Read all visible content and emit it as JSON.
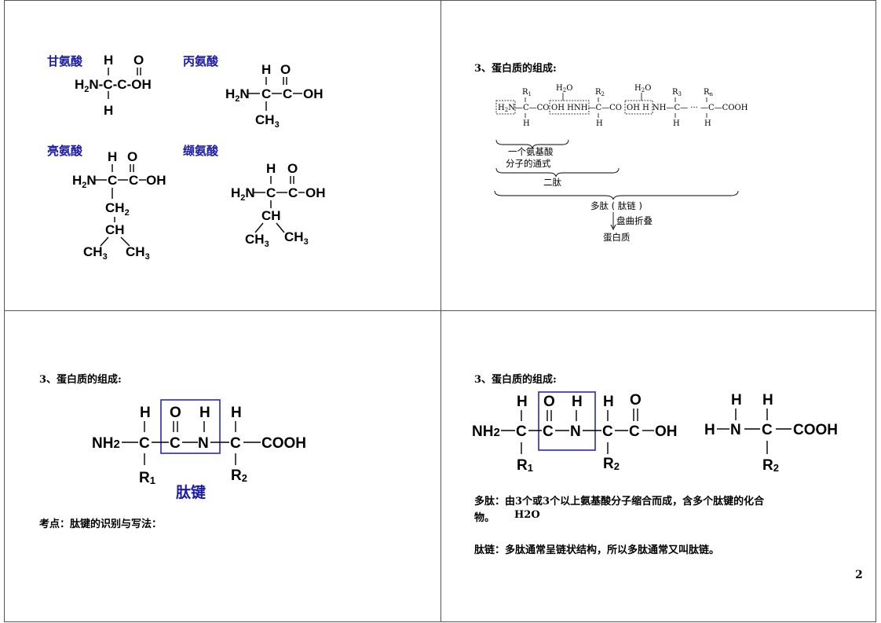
{
  "page_number": "2",
  "slide1": {
    "amino_acids": [
      {
        "name": "甘氨酸",
        "formula_lines": [
          "H O",
          "H2N-C-C-OH",
          "H"
        ]
      },
      {
        "name": "丙氨酸",
        "formula_lines": [
          "H O",
          "H2N-C-C-OH",
          "CH3"
        ]
      },
      {
        "name": "亮氨酸",
        "formula_lines": [
          "H O",
          "H2N-C-C-OH",
          "CH2",
          "CH",
          "CH3 CH3"
        ]
      },
      {
        "name": "缬氨酸",
        "formula_lines": [
          "H O",
          "H2N-C-C-OH",
          "CH",
          "CH3 CH3"
        ]
      }
    ]
  },
  "slide2": {
    "heading": "3、蛋白质的组成:",
    "scheme_labels": {
      "h2n": "H2N",
      "water": "H2O",
      "r1": "R1",
      "r2": "R2",
      "r3": "R3",
      "rn": "Rn",
      "one_amino_acid": "一个氨基酸",
      "general_formula": "分子的通式",
      "dipeptide": "二肽",
      "polypeptide": "多肽 ( 肽链 )",
      "folding": "盘曲折叠",
      "protein": "蛋白质",
      "cooh": "COOH"
    }
  },
  "slide3": {
    "heading": "3、蛋白质的组成:",
    "peptide_bond_label": "肽键",
    "exam_point": "考点：肽键的识别与写法："
  },
  "slide4": {
    "heading": "3、蛋白质的组成:",
    "polypeptide_def_1": "多肽：由3个或3个以上氨基酸分子缩合而成，含多个肽键的化合",
    "polypeptide_def_2": "物。",
    "h2o_text": "H2O",
    "peptide_chain_def": "肽链：多肽通常呈链状结构，所以多肽通常又叫肽链。"
  },
  "colors": {
    "accent_blue": "#1a1aa8",
    "box_blue": "#2a2ab0",
    "border": "#555555"
  }
}
